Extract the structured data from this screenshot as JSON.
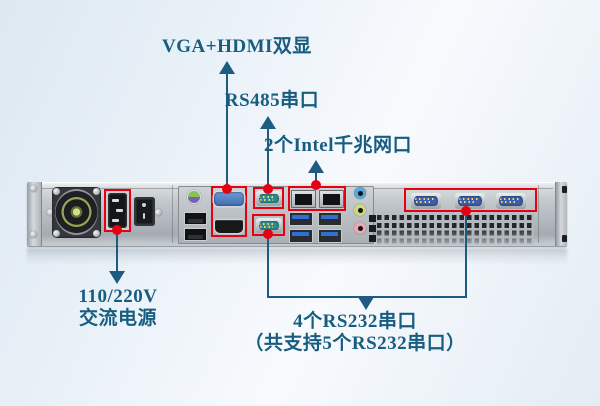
{
  "callouts": {
    "vga_hdmi": {
      "label": "VGA+HDMI双显"
    },
    "rs485": {
      "label": "RS485串口"
    },
    "lan": {
      "label": "2个Intel千兆网口"
    },
    "power": {
      "line1": "110/220V",
      "line2": "交流电源"
    },
    "rs232": {
      "line1": "4个RS232串口",
      "line2": "（共支持5个RS232串口）"
    }
  },
  "colors": {
    "annotation_red": "#e60012",
    "callout_line": "#1d5c80",
    "label_text": "#175d80"
  },
  "server": {
    "view": "1U-rack-server-rear-panel",
    "components": [
      "psu-fan",
      "ac-power-inlet",
      "power-rocker-switch",
      "rack-ear-left",
      "rack-ear-right",
      "vent-grid"
    ],
    "ports": [
      "ps2-combo",
      "usb2-x2",
      "vga",
      "hdmi",
      "rs485-db9",
      "rs232-db9",
      "rj45-lan-x2",
      "usb3-x4",
      "audio-jack-x3",
      "rs232-db9-x3-right"
    ]
  }
}
